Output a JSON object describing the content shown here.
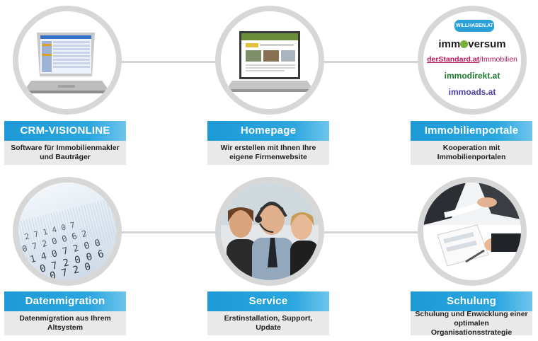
{
  "cards": [
    {
      "title": "CRM-VISIONLINE",
      "desc": "Software für Immobilienmakler\nund Bauträger"
    },
    {
      "title": "Homepage",
      "desc": "Wir erstellen mit Ihnen Ihre\neigene Firmenwebsite"
    },
    {
      "title": "Immobilienportale",
      "desc": "Kooperation mit\nImmobilienportalen"
    },
    {
      "title": "Datenmigration",
      "desc": "Datenmigration aus Ihrem\nAltsystem"
    },
    {
      "title": "Service",
      "desc": "Erstinstallation, Support,\nUpdate"
    },
    {
      "title": "Schulung",
      "desc": "Schulung und Enwicklung einer\noptimalen Organisationsstrategie"
    }
  ],
  "portals": {
    "willhaben": "WILLHABEN.AT",
    "immoversum_a": "imm",
    "immoversum_b": "versum",
    "derstandard_a": "derStandard.at",
    "derstandard_b": "/Immobilien",
    "immodirekt": "immodirekt.at",
    "immoads": "immoads.at"
  },
  "digits": [
    "2 7 1 4 0 7",
    "0 7 2 0 0 6 2",
    "8 1 4 0 7 2 0 0",
    "1 4 0 7 2 0 0 6",
    "7 1 4 0 7 2 0"
  ],
  "colors": {
    "accent": "#1d9ad6",
    "ring": "#d7d7d7",
    "descbg": "#e9e9e9"
  }
}
